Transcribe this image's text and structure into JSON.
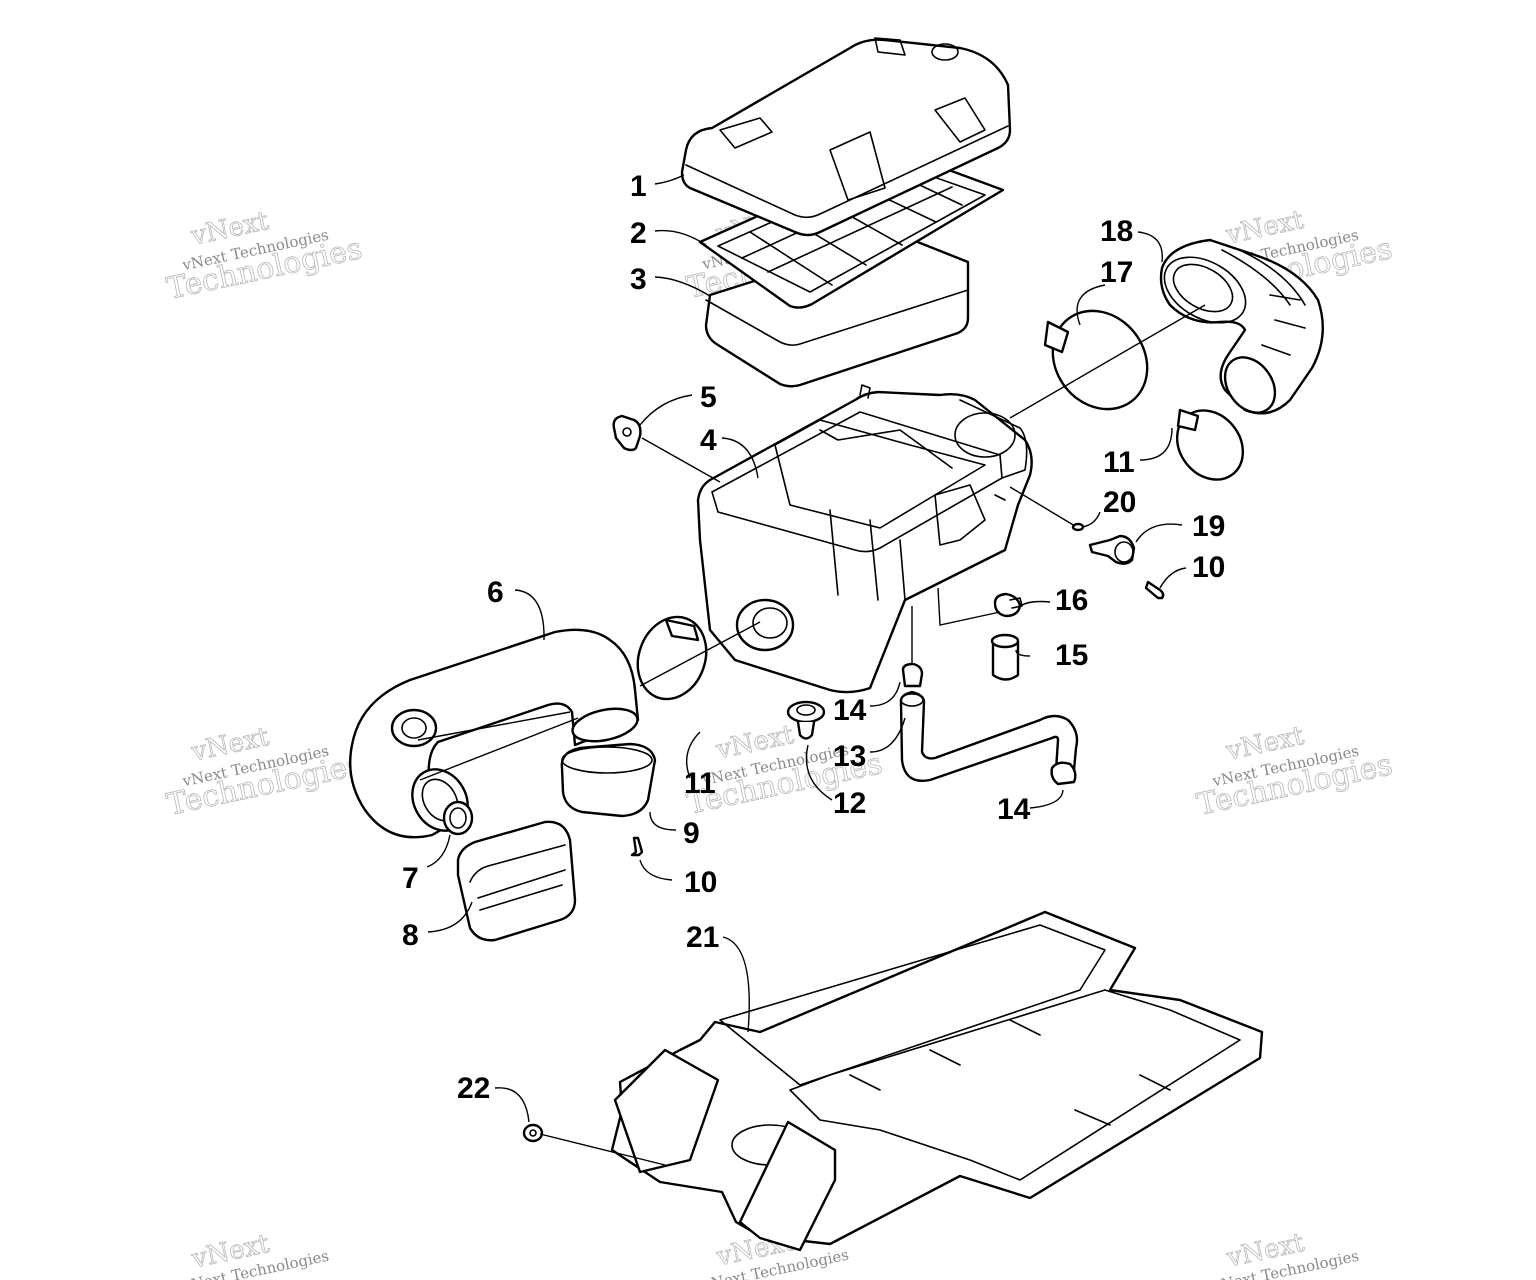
{
  "watermark": {
    "brand": "vNext",
    "line": "vNext Technologies",
    "word": "Technologies"
  },
  "callouts": [
    {
      "id": "c1",
      "label": "1"
    },
    {
      "id": "c2",
      "label": "2"
    },
    {
      "id": "c3",
      "label": "3"
    },
    {
      "id": "c4",
      "label": "4"
    },
    {
      "id": "c5",
      "label": "5"
    },
    {
      "id": "c6",
      "label": "6"
    },
    {
      "id": "c7",
      "label": "7"
    },
    {
      "id": "c8",
      "label": "8"
    },
    {
      "id": "c9",
      "label": "9"
    },
    {
      "id": "c10a",
      "label": "10"
    },
    {
      "id": "c10b",
      "label": "10"
    },
    {
      "id": "c11a",
      "label": "11"
    },
    {
      "id": "c11b",
      "label": "11"
    },
    {
      "id": "c12",
      "label": "12"
    },
    {
      "id": "c13",
      "label": "13"
    },
    {
      "id": "c14a",
      "label": "14"
    },
    {
      "id": "c14b",
      "label": "14"
    },
    {
      "id": "c15",
      "label": "15"
    },
    {
      "id": "c16",
      "label": "16"
    },
    {
      "id": "c17",
      "label": "17"
    },
    {
      "id": "c18",
      "label": "18"
    },
    {
      "id": "c19",
      "label": "19"
    },
    {
      "id": "c20",
      "label": "20"
    },
    {
      "id": "c21",
      "label": "21"
    },
    {
      "id": "c22",
      "label": "22"
    }
  ]
}
